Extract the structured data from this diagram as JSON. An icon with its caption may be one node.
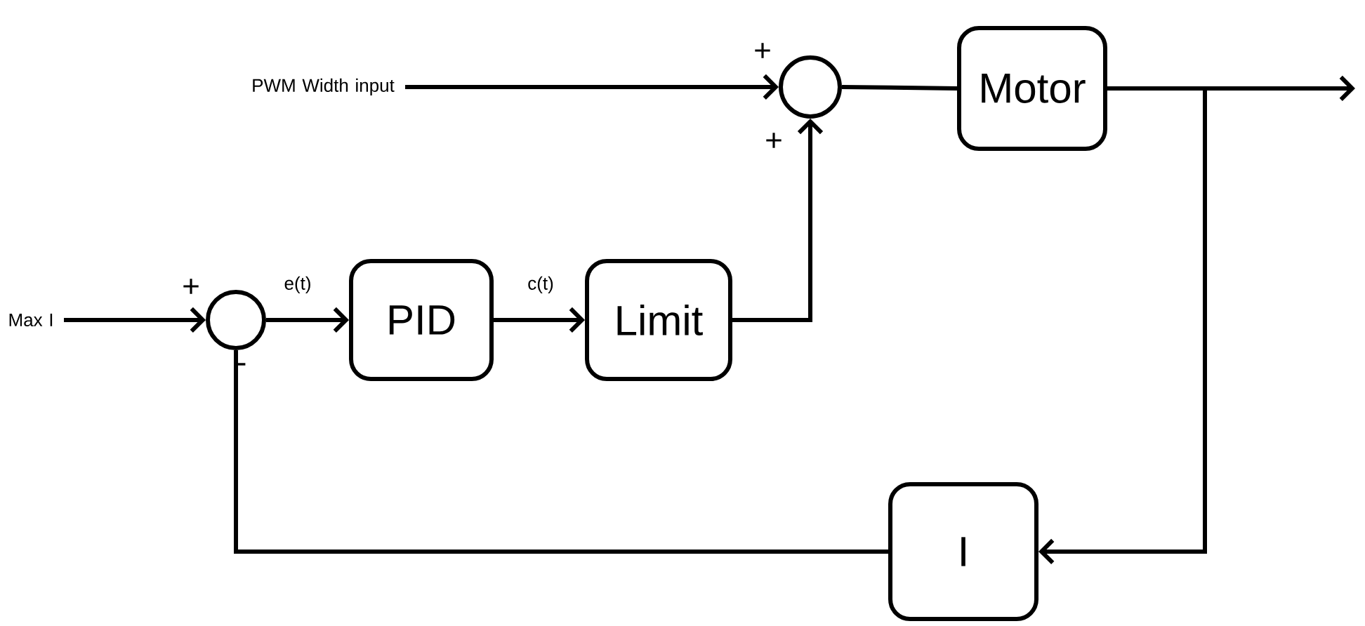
{
  "diagram": {
    "nodes": [
      {
        "text": [
          "PWM Width input"
        ]
      },
      {
        "text": [],
        "shape": "circle"
      },
      {
        "text": [
          "Motor"
        ]
      },
      {
        "text": [
          "Max I"
        ]
      },
      {
        "text": [],
        "shape": "circle"
      },
      {
        "text": [
          "PID"
        ]
      },
      {
        "text": [
          "Limit"
        ]
      },
      {
        "text": [
          "I"
        ]
      }
    ],
    "edges": [
      {
        "from": 0,
        "to": 1,
        "arrow": "to"
      },
      {
        "from": 6,
        "to": 1,
        "arrow": "to"
      },
      {
        "from": 1,
        "to": 2,
        "arrow": "none"
      },
      {
        "from": 2,
        "to": null,
        "arrow": "to"
      },
      {
        "from": 2,
        "to": 7,
        "arrow": "to"
      },
      {
        "from": 7,
        "to": 4,
        "arrow": "none"
      },
      {
        "from": 3,
        "to": 4,
        "arrow": "to"
      },
      {
        "from": 4,
        "to": 5,
        "arrow": "to",
        "label": "e(t)"
      },
      {
        "from": 5,
        "to": 6,
        "arrow": "to",
        "label": "c(t)"
      }
    ],
    "labels": [
      "+",
      "+",
      "+",
      "-"
    ]
  }
}
